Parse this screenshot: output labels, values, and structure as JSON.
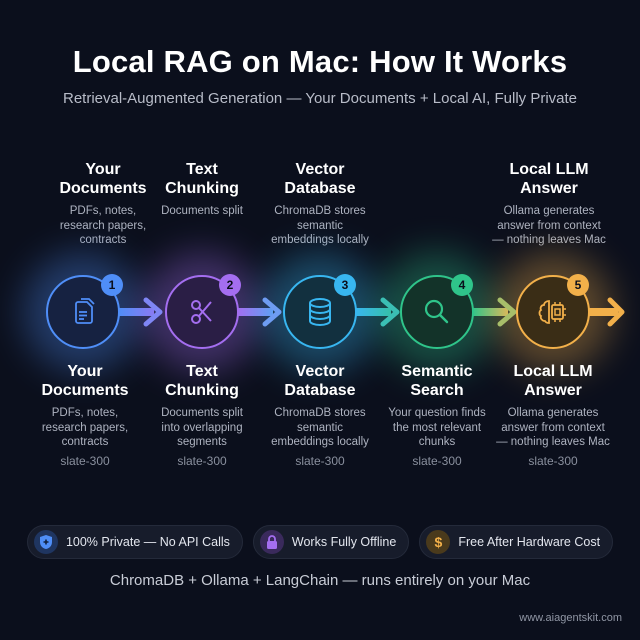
{
  "header": {
    "title": "Local RAG on Mac: How It Works",
    "subtitle": "Retrieval-Augmented Generation — Your Documents + Local AI, Fully Private"
  },
  "top_labels": [
    {
      "title_line1": "Your",
      "title_line2": "Documents",
      "desc": [
        "PDFs, notes,",
        "research papers,",
        "contracts"
      ]
    },
    {
      "title_line1": "Text",
      "title_line2": "Chunking",
      "desc": [
        "Documents split"
      ]
    },
    {
      "title_line1": "Vector",
      "title_line2": "Database",
      "desc": [
        "ChromaDB stores",
        "semantic",
        "embeddings locally"
      ]
    },
    {
      "title_line1": "Local LLM",
      "title_line2": "Answer",
      "desc": [
        "Ollama generates",
        "answer from context",
        "— nothing leaves Mac"
      ]
    }
  ],
  "steps": [
    {
      "number": "1",
      "icon": "documents-icon",
      "color": "#4f8ef7",
      "title_line1": "Your",
      "title_line2": "Documents",
      "desc": [
        "PDFs, notes,",
        "research papers,",
        "contracts"
      ],
      "note": "slate-300"
    },
    {
      "number": "2",
      "icon": "scissors-icon",
      "color": "#a46ef0",
      "title_line1": "Text",
      "title_line2": "Chunking",
      "desc": [
        "Documents split",
        "into overlapping",
        "segments"
      ],
      "note": "slate-300"
    },
    {
      "number": "3",
      "icon": "database-icon",
      "color": "#38b6f0",
      "title_line1": "Vector",
      "title_line2": "Database",
      "desc": [
        "ChromaDB stores",
        "semantic",
        "embeddings locally"
      ],
      "note": "slate-300"
    },
    {
      "number": "4",
      "icon": "search-icon",
      "color": "#2fc48a",
      "title_line1": "Semantic",
      "title_line2": "Search",
      "desc": [
        "Your question finds",
        "the most relevant",
        "chunks"
      ],
      "note": "slate-300"
    },
    {
      "number": "5",
      "icon": "brain-chip-icon",
      "color": "#f2b04a",
      "title_line1": "Local LLM",
      "title_line2": "Answer",
      "desc": [
        "Ollama generates",
        "answer from context",
        "— nothing leaves Mac"
      ],
      "note": "slate-300"
    }
  ],
  "pills": [
    {
      "icon": "shield-icon",
      "label": "100% Private — No API Calls",
      "color": "#4f8ef7"
    },
    {
      "icon": "lock-icon",
      "label": "Works Fully Offline",
      "color": "#a46ef0"
    },
    {
      "icon": "dollar-icon",
      "label": "Free After Hardware Cost",
      "color": "#f2b04a"
    }
  ],
  "footer": {
    "tagline": "ChromaDB + Ollama + LangChain — runs entirely on your Mac",
    "url": "www.aiagentskit.com"
  }
}
